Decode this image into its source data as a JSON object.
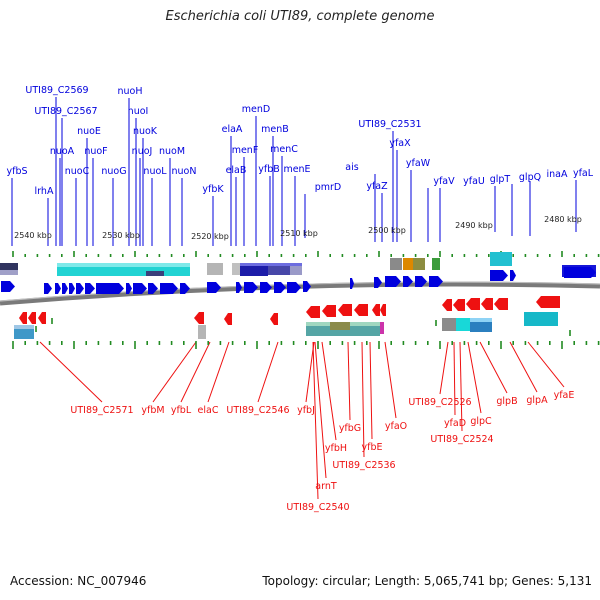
{
  "title": "Escherichia coli UTI89, complete genome",
  "footer": {
    "accession": "Accession: NC_007946",
    "summary": "Topology: circular; Length: 5,065,741 bp; Genes: 5,131"
  },
  "colors": {
    "forward": "#0000dd",
    "reverse": "#ee1111",
    "backbone": "#777777",
    "tick": "#228b22"
  },
  "scale_labels": [
    "2540 kbp",
    "2530 kbp",
    "2520 kbp",
    "2510 kbp",
    "2500 kbp",
    "2490 kbp",
    "2480 kbp"
  ],
  "top_genes": [
    "yfbS",
    "lrhA",
    "UTI89_C2569",
    "UTI89_C2567",
    "nuoA",
    "nuoC",
    "nuoE",
    "nuoF",
    "nuoG",
    "nuoH",
    "nuoI",
    "nuoJ",
    "nuoK",
    "nuoL",
    "nuoM",
    "nuoN",
    "yfbK",
    "elaA",
    "elaB",
    "menF",
    "menD",
    "yfbB",
    "menB",
    "menC",
    "menE",
    "pmrD",
    "ais",
    "yfaZ",
    "UTI89_C2531",
    "yfaX",
    "yfaW",
    "yfaV",
    "yfaU",
    "glpT",
    "glpQ",
    "inaA",
    "yfaL"
  ],
  "bottom_genes": [
    "UTI89_C2571",
    "yfbM",
    "yfbL",
    "elaC",
    "UTI89_C2546",
    "yfbJ",
    "arnT",
    "UTI89_C2540",
    "yfbH",
    "yfbG",
    "UTI89_C2536",
    "yfbE",
    "yfaO",
    "UTI89_C2526",
    "yfaD",
    "UTI89_C2524",
    "glpC",
    "glpB",
    "glpA",
    "yfaE"
  ]
}
